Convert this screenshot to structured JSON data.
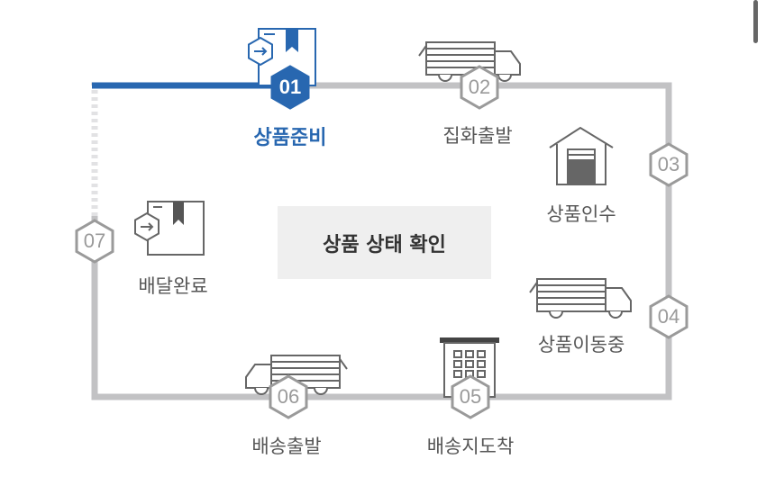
{
  "title": "상품 상태 확인",
  "colors": {
    "active": "#2867b0",
    "inactive": "#c2c2c4",
    "badge_stroke": "#9a9a9a"
  },
  "steps": [
    {
      "num": "01",
      "label": "상품준비",
      "icon": "box-icon",
      "active": true
    },
    {
      "num": "02",
      "label": "집화출발",
      "icon": "truck-icon",
      "active": false
    },
    {
      "num": "03",
      "label": "상품인수",
      "icon": "warehouse-icon",
      "active": false
    },
    {
      "num": "04",
      "label": "상품이동중",
      "icon": "truck-icon",
      "active": false
    },
    {
      "num": "05",
      "label": "배송지도착",
      "icon": "building-icon",
      "active": false
    },
    {
      "num": "06",
      "label": "배송출발",
      "icon": "truck-icon",
      "active": false
    },
    {
      "num": "07",
      "label": "배달완료",
      "icon": "box-icon",
      "active": false
    }
  ]
}
